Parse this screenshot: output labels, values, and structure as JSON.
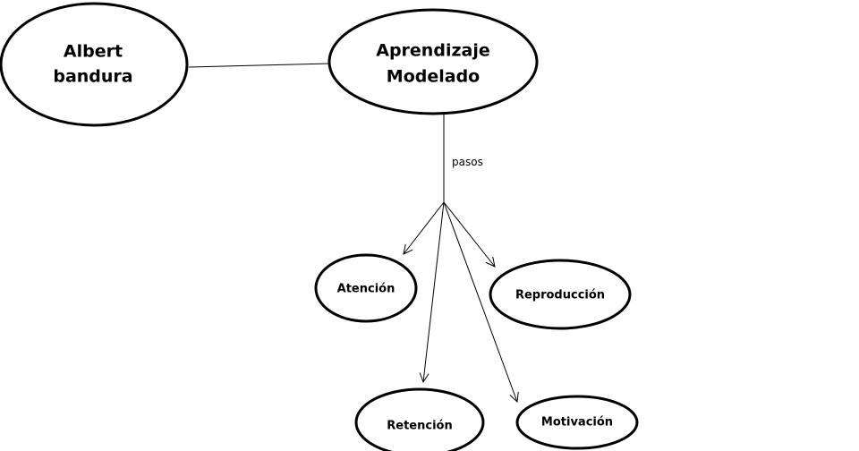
{
  "nodes": {
    "albert": {
      "line1": "Albert",
      "line2": "bandura"
    },
    "aprendizaje": {
      "line1": "Aprendizaje",
      "line2": "Modelado"
    },
    "atencion": {
      "label": "Atención"
    },
    "reproduccion": {
      "label": "Reproducción"
    },
    "retencion": {
      "label": "Retención"
    },
    "motivacion": {
      "label": "Motivación"
    }
  },
  "edges": {
    "pasos_label": "pasos"
  }
}
